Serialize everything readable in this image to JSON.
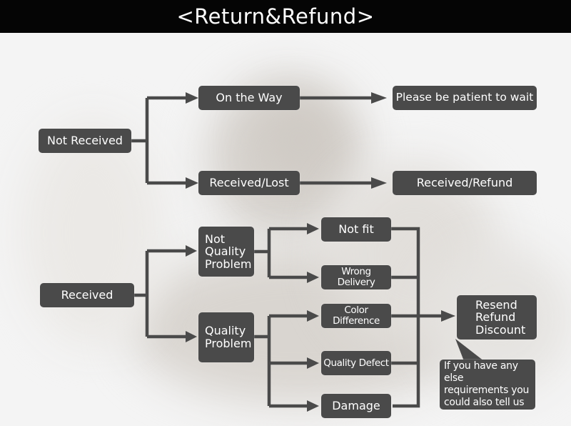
{
  "header": {
    "title": "<Return&Refund>"
  },
  "colors": {
    "box": "#4a4a4a",
    "line": "#4a4a4a",
    "header_bg": "#050505",
    "text": "#ffffff"
  },
  "nodes": {
    "not_received": "Not Received",
    "on_the_way": "On the Way",
    "please_wait": "Please be patient to wait",
    "received_lost": "Received/Lost",
    "received_refund": "Received/Refund",
    "received": "Received",
    "not_quality_problem": "Not\nQuality\nProblem",
    "quality_problem": "Quality\nProblem",
    "not_fit": "Not fit",
    "wrong_delivery": "Wrong Delivery",
    "color_difference": "Color Difference",
    "quality_defect": "Quality Defect",
    "damage": "Damage",
    "resend_refund_discount": "Resend\nRefund\nDiscount",
    "note": "If you have any else\nrequirements you\ncould also tell us"
  }
}
